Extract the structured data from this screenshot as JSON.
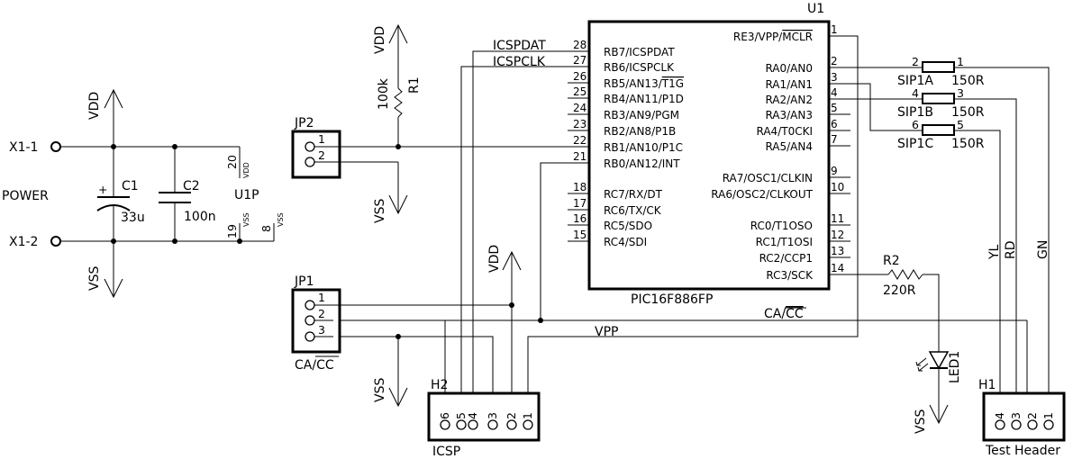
{
  "power": {
    "label": "POWER",
    "terminal_pos": "X1-1",
    "terminal_neg": "X1-2",
    "vdd": "VDD",
    "vss": "VSS"
  },
  "c1": {
    "ref": "C1",
    "value": "33u",
    "polarity": "+"
  },
  "c2": {
    "ref": "C2",
    "value": "100n"
  },
  "u1p": {
    "ref": "U1P",
    "pin_vdd": "20",
    "pin_vss_a": "19",
    "pin_vss_b": "8",
    "net_vdd": "VDD",
    "net_vss": "VSS"
  },
  "r1": {
    "ref": "R1",
    "value": "100k",
    "vdd": "VDD",
    "vss": "VSS"
  },
  "jp2": {
    "ref": "JP2",
    "pins": [
      "1",
      "2"
    ]
  },
  "jp1": {
    "ref": "JP1",
    "pins": [
      "1",
      "2",
      "3"
    ],
    "caption_prefix": "CA/",
    "caption_bar": "CC"
  },
  "u1": {
    "ref": "U1",
    "part": "PIC16F886FP",
    "left_pins": [
      {
        "num": "28",
        "name": "RB7/ICSPDAT",
        "net": "ICSPDAT"
      },
      {
        "num": "27",
        "name": "RB6/ICSPCLK",
        "net": "ICSPCLK"
      },
      {
        "num": "26",
        "name": "RB5/AN13/",
        "bar": "T1G"
      },
      {
        "num": "25",
        "name": "RB4/AN11/P1D"
      },
      {
        "num": "24",
        "name": "RB3/AN9/PGM"
      },
      {
        "num": "23",
        "name": "RB2/AN8/P1B"
      },
      {
        "num": "22",
        "name": "RB1/AN10/P1C"
      },
      {
        "num": "21",
        "name": "RB0/AN12/INT"
      },
      {
        "num": "18",
        "name": "RC7/RX/DT"
      },
      {
        "num": "17",
        "name": "RC6/TX/CK"
      },
      {
        "num": "16",
        "name": "RC5/SDO"
      },
      {
        "num": "15",
        "name": "RC4/SDI"
      }
    ],
    "right_pins": [
      {
        "num": "1",
        "name": "RE3/VPP/",
        "bar": "MCLR"
      },
      {
        "num": "2",
        "name": "RA0/AN0"
      },
      {
        "num": "3",
        "name": "RA1/AN1"
      },
      {
        "num": "4",
        "name": "RA2/AN2"
      },
      {
        "num": "5",
        "name": "RA3/AN3"
      },
      {
        "num": "6",
        "name": "RA4/T0CKI"
      },
      {
        "num": "7",
        "name": "RA5/AN4"
      },
      {
        "num": "9",
        "name": "RA7/OSC1/CLKIN"
      },
      {
        "num": "10",
        "name": "RA6/OSC2/CLKOUT"
      },
      {
        "num": "11",
        "name": "RC0/T1OSO"
      },
      {
        "num": "12",
        "name": "RC1/T1OSI"
      },
      {
        "num": "13",
        "name": "RC2/CCP1"
      },
      {
        "num": "14",
        "name": "RC3/SCK"
      }
    ]
  },
  "sip": [
    {
      "ref": "SIP1A",
      "value": "150R",
      "pin_a": "2",
      "pin_b": "1"
    },
    {
      "ref": "SIP1B",
      "value": "150R",
      "pin_a": "4",
      "pin_b": "3"
    },
    {
      "ref": "SIP1C",
      "value": "150R",
      "pin_a": "6",
      "pin_b": "5"
    }
  ],
  "r2": {
    "ref": "R2",
    "value": "220R"
  },
  "led1": {
    "ref": "LED1",
    "vss": "VSS"
  },
  "nets": {
    "ca_prefix": "CA/",
    "ca_bar": "CC",
    "vpp": "VPP"
  },
  "h2": {
    "ref": "H2",
    "caption": "ICSP",
    "pins": [
      "6",
      "5",
      "4",
      "3",
      "2",
      "1"
    ],
    "vdd": "VDD",
    "vss": "VSS"
  },
  "h1": {
    "ref": "H1",
    "caption": "Test Header",
    "pins": [
      "4",
      "3",
      "2",
      "1"
    ],
    "labels": [
      "YL",
      "RD",
      "GN"
    ]
  }
}
